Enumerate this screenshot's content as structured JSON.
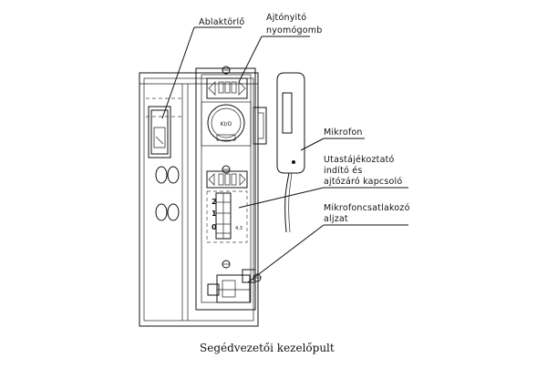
{
  "labels": {
    "wiper": "Ablaktörlő",
    "door_button_1": "Ajtónyitó",
    "door_button_2": "nyomógomb",
    "microphone": "Mikrofon",
    "switch_1": "Utastájékoztató",
    "switch_2": "indító és",
    "switch_3": "ajtózáró kapcsoló",
    "socket_1": "Mikrofoncsatlakozó",
    "socket_2": "aljzat"
  },
  "panel_markings": {
    "dial_text": "KI/O",
    "pos_2": "2",
    "pos_1": "1",
    "pos_0": "0",
    "pos_side": "4,3"
  },
  "caption": "Segédvezetői kezelőpult"
}
